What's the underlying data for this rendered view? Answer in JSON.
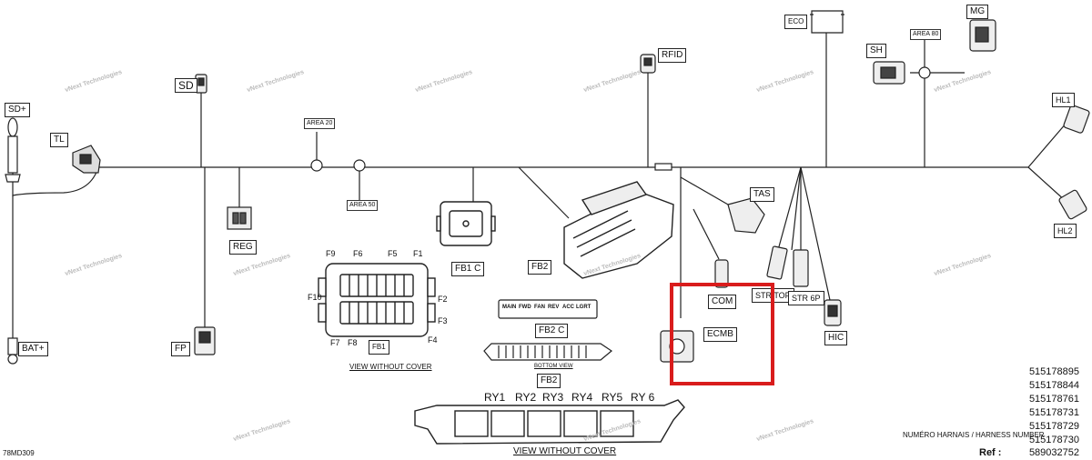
{
  "watermark": "vNext Technologies",
  "diagram_code": "78MD309",
  "connectors": {
    "sd_plus": "SD+",
    "tl": "TL",
    "sd": "SD",
    "bat_plus": "BAT+",
    "reg": "REG",
    "fp": "FP",
    "rfid": "RFID",
    "eco": "ECO",
    "mg": "MG",
    "sh": "SH",
    "hl1": "HL1",
    "hl2": "HL2",
    "tas": "TAS",
    "com": "COM",
    "ecmb": "ECMB",
    "str_top": "STR TOP",
    "str_6p": "STR 6P",
    "hic": "HIC",
    "fb1_c": "FB1 C",
    "fb2": "FB2",
    "fb2_c": "FB2 C",
    "fb2_bottom": "FB2",
    "fb1": "FB1"
  },
  "areas": {
    "area20": "AREA 20",
    "area50": "AREA 50",
    "area80": "AREA 80"
  },
  "fuses": [
    "F9",
    "F6",
    "F5",
    "F1",
    "F10",
    "F2",
    "F3",
    "F4",
    "F7",
    "F8"
  ],
  "fb2c_slots": [
    "MAIN",
    "FWD",
    "FAN",
    "REV",
    "ACC",
    "LGRT"
  ],
  "relays": [
    "RY1",
    "RY2",
    "RY3",
    "RY4",
    "RY5",
    "RY 6"
  ],
  "notes": {
    "view_without_cover_1": "VIEW WITHOUT COVER",
    "view_without_cover_2": "VIEW WITHOUT COVER",
    "bottom_view": "BOTTOM VIEW"
  },
  "harness_label": "NUMÉRO HARNAIS / HARNESS NUMBER",
  "harness_numbers": [
    "515178895",
    "515178844",
    "515178761",
    "515178731",
    "515178729",
    "515178730"
  ],
  "ref_label": "Ref :",
  "ref_number": "589032752",
  "colors": {
    "highlight": "#d91c1c",
    "line": "#222222"
  }
}
